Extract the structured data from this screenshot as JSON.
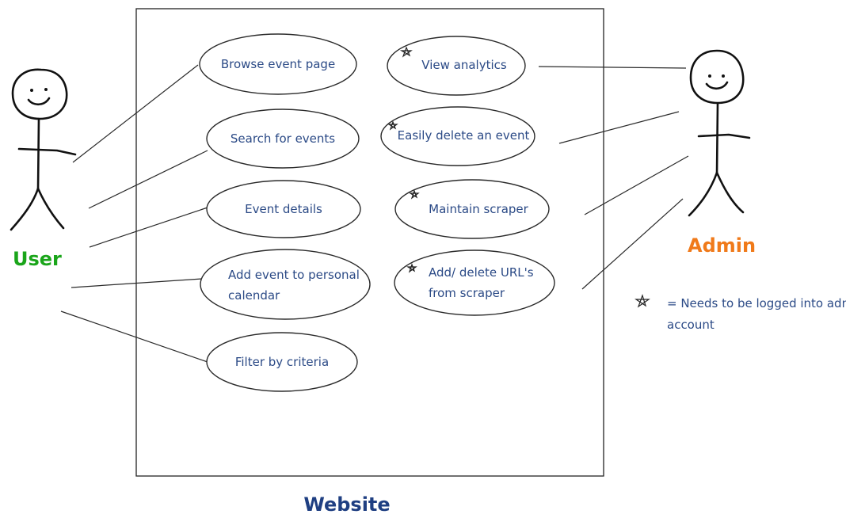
{
  "system": {
    "label": "Website"
  },
  "actors": {
    "user": {
      "label": "User",
      "color": "#1aa51a"
    },
    "admin": {
      "label": "Admin",
      "color": "#f07a1a"
    }
  },
  "user_use_cases": [
    {
      "lines": [
        "Browse event page"
      ]
    },
    {
      "lines": [
        "Search for events"
      ]
    },
    {
      "lines": [
        "Event details"
      ]
    },
    {
      "lines": [
        "Add event to personal",
        "calendar"
      ]
    },
    {
      "lines": [
        "Filter by criteria"
      ]
    }
  ],
  "admin_use_cases": [
    {
      "lines": [
        "View analytics"
      ],
      "requires_admin": true
    },
    {
      "lines": [
        "Easily delete an event"
      ],
      "requires_admin": true
    },
    {
      "lines": [
        "Maintain scraper"
      ],
      "requires_admin": true
    },
    {
      "lines": [
        "Add/ delete URL's",
        "from scraper"
      ],
      "requires_admin": true
    }
  ],
  "legend": {
    "symbol": "star-icon",
    "lines": [
      "= Needs to be logged into admin",
      "account"
    ]
  }
}
